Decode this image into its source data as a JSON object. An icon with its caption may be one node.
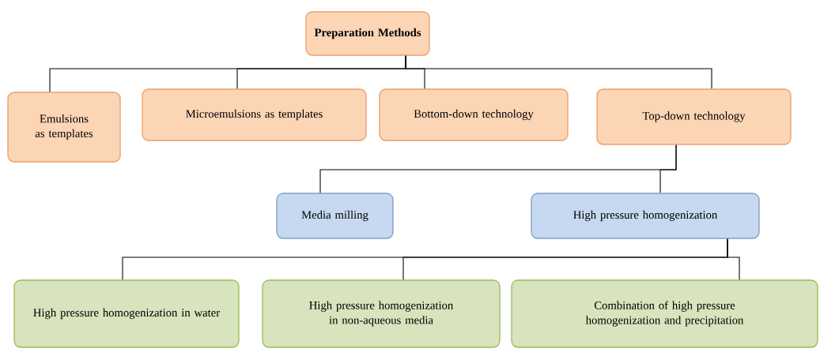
{
  "diagram": {
    "nodes": [
      {
        "text": [
          "Preparation Methods"
        ]
      },
      {
        "text": [
          "Emulsions as templates"
        ]
      },
      {
        "text": [
          "Microemulsions as templates"
        ]
      },
      {
        "text": [
          "Bottom-down technology"
        ]
      },
      {
        "text": [
          "Top-down technology"
        ]
      },
      {
        "text": [
          "Media milling"
        ]
      },
      {
        "text": [
          "High pressure homogenization"
        ]
      },
      {
        "text": [
          "High pressure homogenization in water"
        ]
      },
      {
        "text": [
          "High pressure homogenization in non-aqueous media"
        ]
      },
      {
        "text": [
          "Combination of high pressure homogenization and precipitation"
        ]
      }
    ],
    "edges": [
      {
        "from": 0,
        "to": 1,
        "arrow": "none"
      },
      {
        "from": 0,
        "to": 2,
        "arrow": "none"
      },
      {
        "from": 0,
        "to": 3,
        "arrow": "none"
      },
      {
        "from": 0,
        "to": 4,
        "arrow": "none"
      },
      {
        "from": 4,
        "to": 5,
        "arrow": "none"
      },
      {
        "from": 4,
        "to": 6,
        "arrow": "none"
      },
      {
        "from": 6,
        "to": 7,
        "arrow": "none"
      },
      {
        "from": 6,
        "to": 8,
        "arrow": "none"
      },
      {
        "from": 6,
        "to": 9,
        "arrow": "none"
      }
    ]
  }
}
